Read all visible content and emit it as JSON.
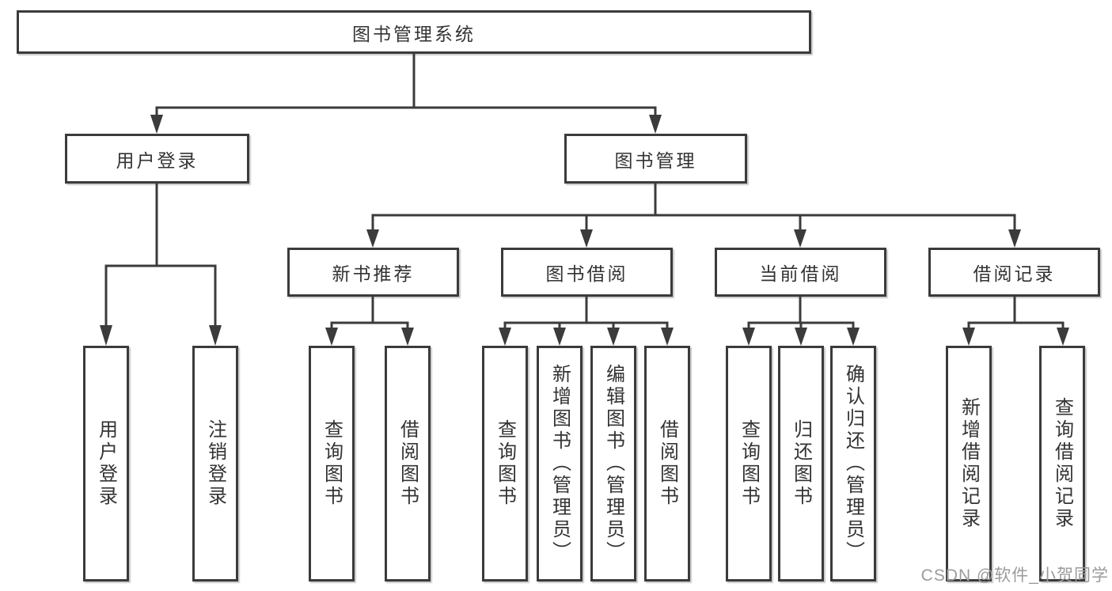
{
  "tree": {
    "root": "图书管理系统",
    "children": [
      {
        "label": "用户登录",
        "children": [
          "用户登录",
          "注销登录"
        ]
      },
      {
        "label": "图书管理",
        "children": [
          {
            "label": "新书推荐",
            "children": [
              "查询图书",
              "借阅图书"
            ]
          },
          {
            "label": "图书借阅",
            "children": [
              "查询图书",
              "新增图书（管理员）",
              "编辑图书（管理员）",
              "借阅图书"
            ]
          },
          {
            "label": "当前借阅",
            "children": [
              "查询图书",
              "归还图书",
              "确认归还（管理员）"
            ]
          },
          {
            "label": "借阅记录",
            "children": [
              "新增借阅记录",
              "查询借阅记录"
            ]
          }
        ]
      }
    ]
  },
  "watermark": {
    "text": "CSDN @软件_小贺同学"
  },
  "colors": {
    "line": "#3b3b3b",
    "box_border": "#3b3b3b",
    "text": "#333333",
    "watermark": "#9b9b9b",
    "background": "#ffffff"
  }
}
